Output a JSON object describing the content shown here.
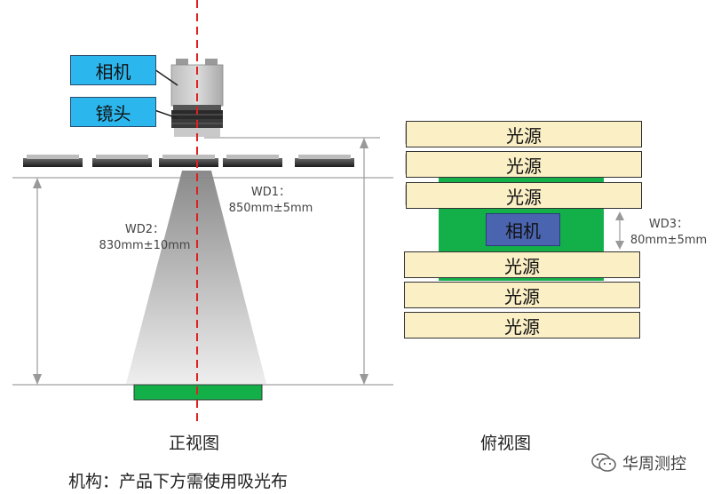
{
  "front_view": {
    "camera_label": "相机",
    "lens_label": "镜头",
    "wd1": {
      "title": "WD1：",
      "value": "850mm±5mm"
    },
    "wd2": {
      "title": "WD2：",
      "value": "830mm±10mm"
    },
    "caption": "正视图"
  },
  "top_view": {
    "light_labels": [
      "光源",
      "光源",
      "光源",
      "光源",
      "光源",
      "光源"
    ],
    "camera_label": "相机",
    "wd3": {
      "title": "WD3：",
      "value": "80mm±5mm"
    },
    "caption": "俯视图"
  },
  "note": "机构：产品下方需使用吸光布",
  "brand": {
    "name": "华周测控",
    "icon": "wechat-icon"
  },
  "colors": {
    "callout": "#2bb7ee",
    "light": "#fbefc6",
    "green": "#13b04a",
    "camera_blue": "#4a64b0",
    "axis_red": "#e02020"
  }
}
